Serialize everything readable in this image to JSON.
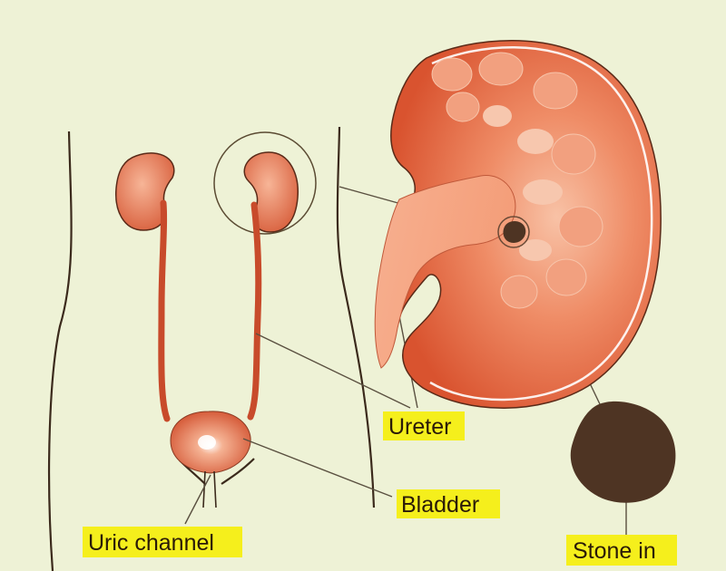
{
  "colors": {
    "background": "#eef2d6",
    "label_highlight": "#f5ef1c",
    "kidney_outer": "#e0603d",
    "kidney_light": "#f6b69a",
    "stone": "#4e3423",
    "outline": "#3b2a1c"
  },
  "labels": {
    "ureter": "Ureter",
    "bladder": "Bladder",
    "uric_channel": "Uric channel",
    "stone_in": "Stone in"
  }
}
